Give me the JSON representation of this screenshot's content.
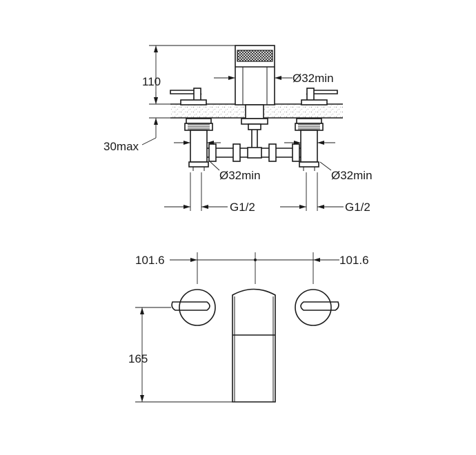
{
  "top_view": {
    "height_label": "110",
    "deck_label": "30max",
    "spout_diameter_label": "Ø32min",
    "left_hole_label": "Ø32min",
    "right_hole_label": "Ø32min",
    "left_thread_label": "G1/2",
    "right_thread_label": "G1/2"
  },
  "plan_view": {
    "left_spacing_label": "101.6",
    "right_spacing_label": "101.6",
    "depth_label": "165"
  },
  "colors": {
    "line": "#1a1a1a",
    "background": "#ffffff",
    "deck_speckle": "#b5b5b5"
  }
}
